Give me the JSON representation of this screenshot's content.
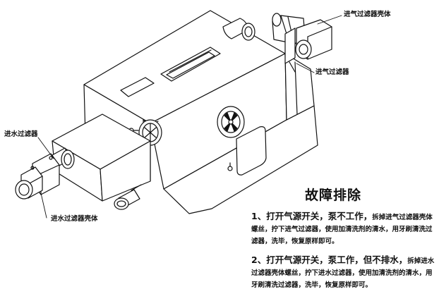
{
  "labels": {
    "air_filter_housing": "进气过滤器壳体",
    "air_filter": "进气过滤器",
    "water_filter": "进水过滤器",
    "water_filter_housing": "进水过滤器壳体"
  },
  "troubleshooting": {
    "title": "故障排除",
    "steps": [
      {
        "lead": "1、打开气源开关，泵不工作，",
        "text": "拆掉进气过滤器壳体螺丝，拧下进气过滤器，使用加清洗剂的清水，用牙刷清洗过滤器，洗毕，恢复原样即可。"
      },
      {
        "lead": "2、打开气源开关，泵工作，但不排水，",
        "text": "拆掉进水过滤器壳体螺丝，拧下进水过滤器，使用加清洗剂的清水，用牙刷清洗过滤器，洗毕，恢复原样即可。"
      }
    ]
  }
}
